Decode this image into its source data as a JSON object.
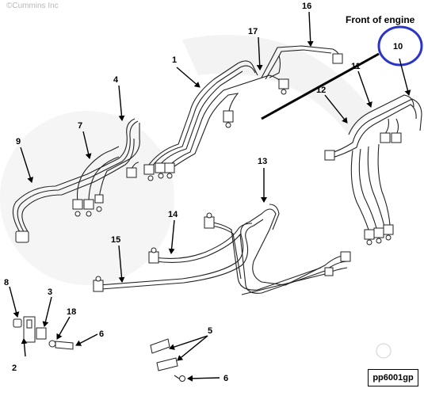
{
  "copyright": "©Cummins Inc",
  "front_label": "Front of engine",
  "part_code": "pp6001gp",
  "callouts": {
    "c1": "1",
    "c2": "2",
    "c3": "3",
    "c4": "4",
    "c5": "5",
    "c6a": "6",
    "c6b": "6",
    "c7": "7",
    "c8": "8",
    "c9": "9",
    "c10": "10",
    "c11": "11",
    "c12": "12",
    "c13": "13",
    "c14": "14",
    "c15": "15",
    "c16": "16",
    "c17": "17",
    "c18": "18"
  },
  "colors": {
    "highlight": "#2a35c8",
    "line": "#222222",
    "watermark": "#ececec"
  }
}
